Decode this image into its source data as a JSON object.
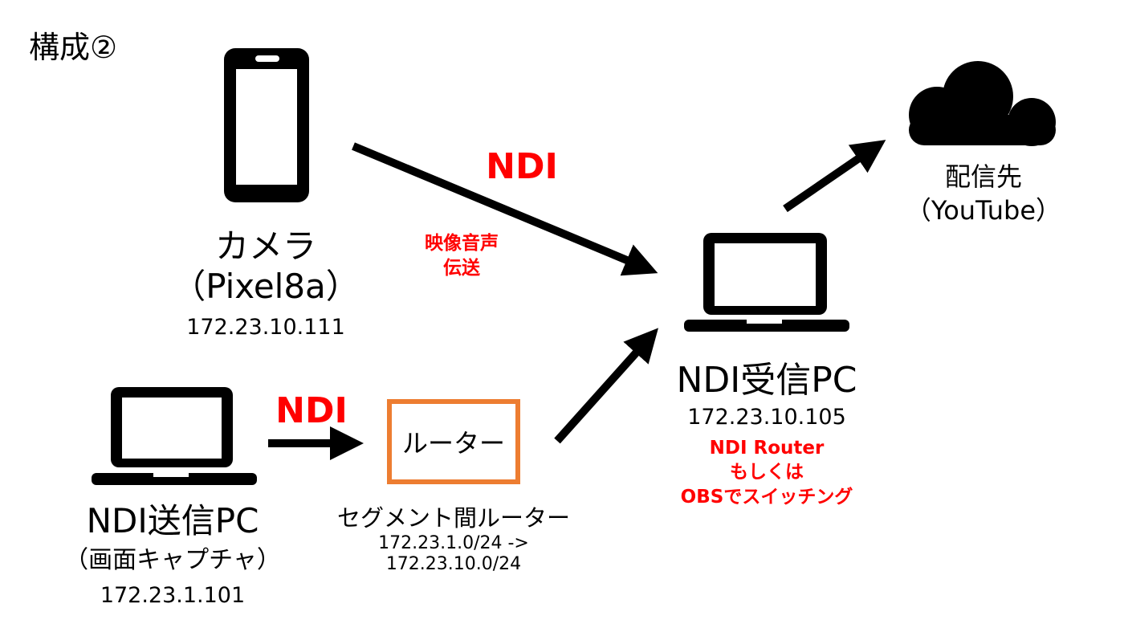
{
  "title": "構成②",
  "camera": {
    "name": "カメラ",
    "model": "（Pixel8a）",
    "ip": "172.23.10.111"
  },
  "sender": {
    "name": "NDI送信PC",
    "sub": "（画面キャプチャ）",
    "ip": "172.23.1.101"
  },
  "router": {
    "box_label": "ルーター",
    "name": "セグメント間ルーター",
    "route_line1": "172.23.1.0/24 ->",
    "route_line2": "172.23.10.0/24",
    "border_color": "#ED7D31"
  },
  "receiver": {
    "name": "NDI受信PC",
    "ip": "172.23.10.105",
    "note_line1": "NDI Router",
    "note_line2": "もしくは",
    "note_line3": "OBSでスイッチング"
  },
  "destination": {
    "name": "配信先",
    "service": "（YouTube）"
  },
  "links": {
    "camera_protocol": "NDI",
    "camera_payload_line1": "映像音声",
    "camera_payload_line2": "伝送",
    "sender_protocol": "NDI"
  },
  "colors": {
    "accent": "#FF0000",
    "icon": "#000000"
  },
  "icons": [
    "smartphone-icon",
    "laptop-icon",
    "cloud-icon",
    "arrow-icon"
  ]
}
